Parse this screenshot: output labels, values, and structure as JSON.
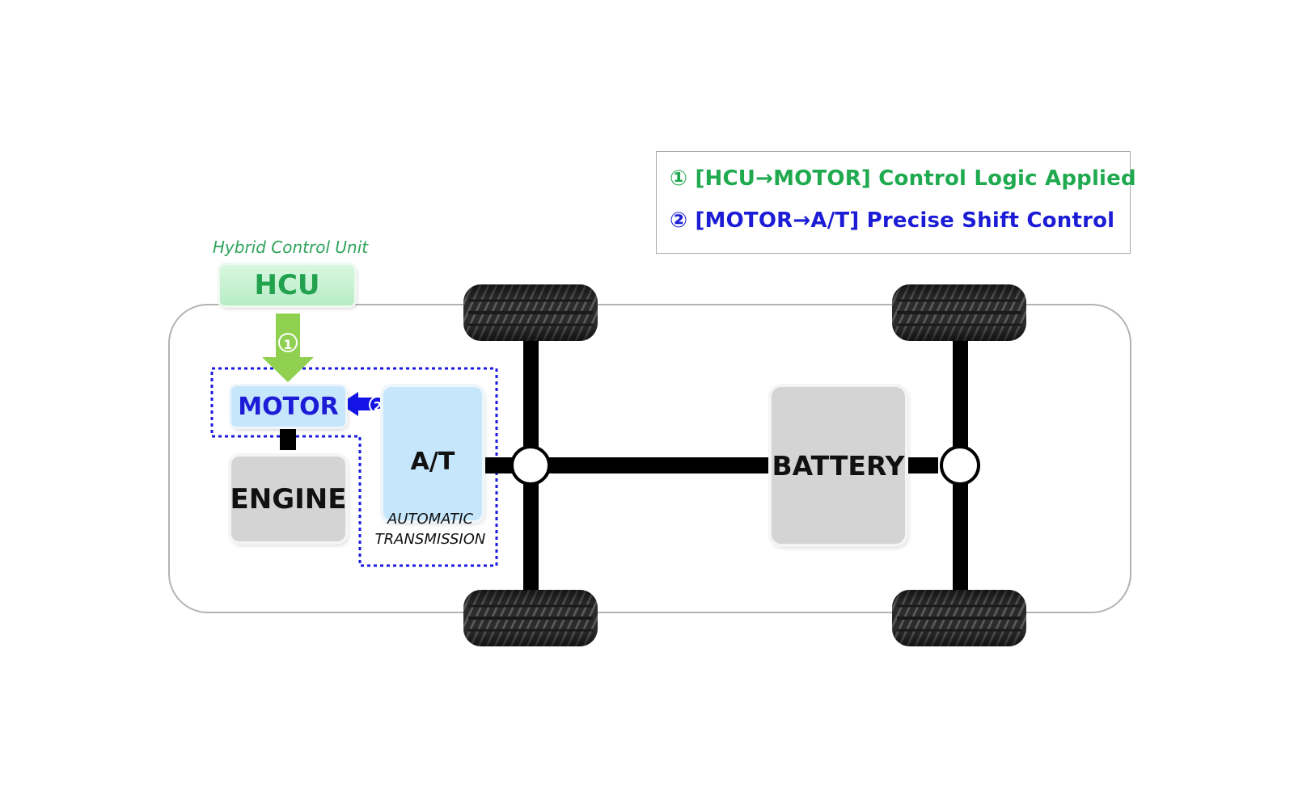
{
  "legend": {
    "item1": "① [HCU→MOTOR] Control Logic Applied",
    "item2": "② [MOTOR→A/T] Precise Shift Control"
  },
  "hcu": {
    "caption": "Hybrid Control Unit",
    "label": "HCU"
  },
  "motor": {
    "label": "MOTOR"
  },
  "engine": {
    "label": "ENGINE"
  },
  "transmission": {
    "label": "A/T",
    "caption_line1": "AUTOMATIC",
    "caption_line2": "TRANSMISSION"
  },
  "battery": {
    "label": "BATTERY"
  },
  "arrows": {
    "hcu_to_motor_marker": "①",
    "motor_to_at_marker": "②"
  },
  "colors": {
    "green_accent": "#1faa4f",
    "blue_accent": "#1c1cd6",
    "hcu_arrow": "#8fd050",
    "motor_at_arrow": "#1414e6",
    "dashed_outline": "#1a1ae0",
    "light_blue_fill": "#c6e6fb",
    "gray_fill": "#d4d4d4"
  }
}
